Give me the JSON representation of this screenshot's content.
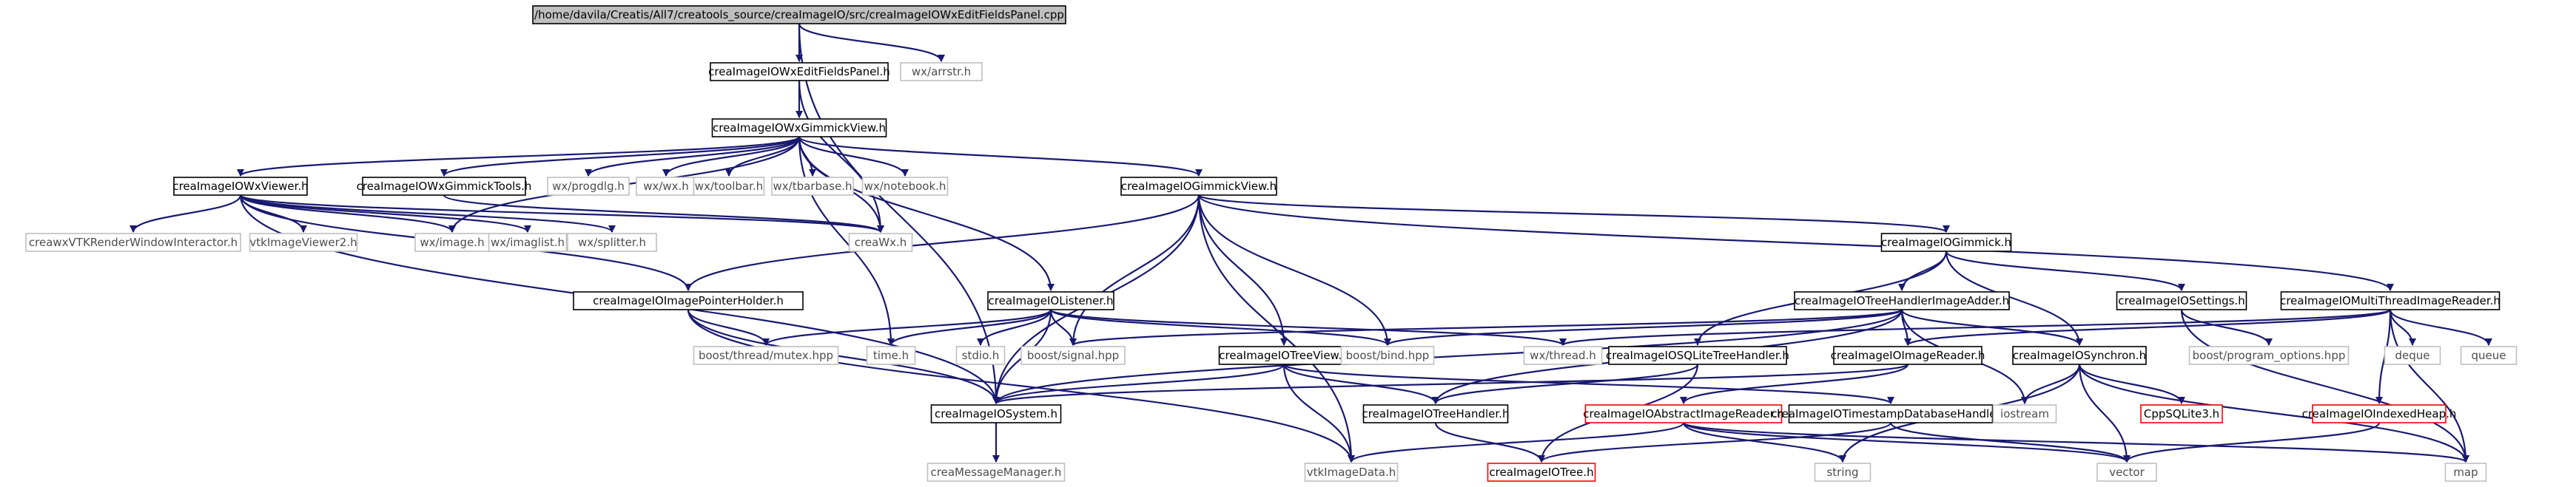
{
  "colors": {
    "edge": "#191970",
    "root_fill": "#bfbfbf",
    "documented_border": "#000000",
    "system_border": "#bfbfbf",
    "undocumented_border": "#ff0000"
  },
  "nodes": [
    {
      "id": "root",
      "label": "/home/davila/Creatis/All7/creatools_source/creaImageIO/src/creaImageIOWxEditFieldsPanel.cpp",
      "kind": "root"
    },
    {
      "id": "editpanel",
      "label": "creaImageIOWxEditFieldsPanel.h",
      "kind": "doc"
    },
    {
      "id": "arrstr",
      "label": "wx/arrstr.h",
      "kind": "sys"
    },
    {
      "id": "wxgv",
      "label": "creaImageIOWxGimmickView.h",
      "kind": "doc"
    },
    {
      "id": "wxviewer",
      "label": "creaImageIOWxViewer.h",
      "kind": "doc"
    },
    {
      "id": "wxgtools",
      "label": "creaImageIOWxGimmickTools.h",
      "kind": "doc"
    },
    {
      "id": "progdlg",
      "label": "wx/progdlg.h",
      "kind": "sys"
    },
    {
      "id": "wxh",
      "label": "wx/wx.h",
      "kind": "sys"
    },
    {
      "id": "toolbar",
      "label": "wx/toolbar.h",
      "kind": "sys"
    },
    {
      "id": "tbarbase",
      "label": "wx/tbarbase.h",
      "kind": "sys"
    },
    {
      "id": "notebook",
      "label": "wx/notebook.h",
      "kind": "sys"
    },
    {
      "id": "gview",
      "label": "creaImageIOGimmickView.h",
      "kind": "doc"
    },
    {
      "id": "vtkrwi",
      "label": "creawxVTKRenderWindowInteractor.h",
      "kind": "sys"
    },
    {
      "id": "vtkviewer2",
      "label": "vtkImageViewer2.h",
      "kind": "sys"
    },
    {
      "id": "wximage",
      "label": "wx/image.h",
      "kind": "sys"
    },
    {
      "id": "imaglist",
      "label": "wx/imaglist.h",
      "kind": "sys"
    },
    {
      "id": "splitter",
      "label": "wx/splitter.h",
      "kind": "sys"
    },
    {
      "id": "creawx",
      "label": "creaWx.h",
      "kind": "sys"
    },
    {
      "id": "gimmick",
      "label": "creaImageIOGimmick.h",
      "kind": "doc"
    },
    {
      "id": "ptrholder",
      "label": "creaImageIOImagePointerHolder.h",
      "kind": "doc"
    },
    {
      "id": "listener",
      "label": "creaImageIOListener.h",
      "kind": "doc"
    },
    {
      "id": "thadder",
      "label": "creaImageIOTreeHandlerImageAdder.h",
      "kind": "doc"
    },
    {
      "id": "settings",
      "label": "creaImageIOSettings.h",
      "kind": "doc"
    },
    {
      "id": "mtreader",
      "label": "creaImageIOMultiThreadImageReader.h",
      "kind": "doc"
    },
    {
      "id": "mutex",
      "label": "boost/thread/mutex.hpp",
      "kind": "sys"
    },
    {
      "id": "timeh",
      "label": "time.h",
      "kind": "sys"
    },
    {
      "id": "stdio",
      "label": "stdio.h",
      "kind": "sys"
    },
    {
      "id": "signal",
      "label": "boost/signal.hpp",
      "kind": "sys"
    },
    {
      "id": "treeview",
      "label": "creaImageIOTreeView.h",
      "kind": "doc"
    },
    {
      "id": "bind",
      "label": "boost/bind.hpp",
      "kind": "sys"
    },
    {
      "id": "wxthread",
      "label": "wx/thread.h",
      "kind": "sys"
    },
    {
      "id": "sqlite",
      "label": "creaImageIOSQLiteTreeHandler.h",
      "kind": "doc"
    },
    {
      "id": "imgreader",
      "label": "creaImageIOImageReader.h",
      "kind": "doc"
    },
    {
      "id": "synchron",
      "label": "creaImageIOSynchron.h",
      "kind": "doc"
    },
    {
      "id": "progopts",
      "label": "boost/program_options.hpp",
      "kind": "sys"
    },
    {
      "id": "deque",
      "label": "deque",
      "kind": "sys"
    },
    {
      "id": "queue",
      "label": "queue",
      "kind": "sys"
    },
    {
      "id": "system",
      "label": "creaImageIOSystem.h",
      "kind": "doc"
    },
    {
      "id": "treehandler",
      "label": "creaImageIOTreeHandler.h",
      "kind": "doc"
    },
    {
      "id": "absreader",
      "label": "creaImageIOAbstractImageReader.h",
      "kind": "undoc"
    },
    {
      "id": "tsdb",
      "label": "creaImageIOTimestampDatabaseHandler.h",
      "kind": "doc"
    },
    {
      "id": "iostream",
      "label": "iostream",
      "kind": "sys"
    },
    {
      "id": "cppsqlite",
      "label": "CppSQLite3.h",
      "kind": "undoc"
    },
    {
      "id": "idxheap",
      "label": "creaImageIOIndexedHeap.h",
      "kind": "undoc"
    },
    {
      "id": "msgmgr",
      "label": "creaMessageManager.h",
      "kind": "sys"
    },
    {
      "id": "vtkimagedata",
      "label": "vtkImageData.h",
      "kind": "sys"
    },
    {
      "id": "treeh",
      "label": "creaImageIOTree.h",
      "kind": "undoc"
    },
    {
      "id": "string",
      "label": "string",
      "kind": "sys"
    },
    {
      "id": "vector",
      "label": "vector",
      "kind": "sys"
    },
    {
      "id": "map",
      "label": "map",
      "kind": "sys"
    }
  ],
  "edges": [
    [
      "root",
      "editpanel"
    ],
    [
      "root",
      "arrstr"
    ],
    [
      "root",
      "system"
    ],
    [
      "editpanel",
      "wxgv"
    ],
    [
      "editpanel",
      "creawx"
    ],
    [
      "wxgv",
      "wxviewer"
    ],
    [
      "wxgv",
      "wxgtools"
    ],
    [
      "wxgv",
      "progdlg"
    ],
    [
      "wxgv",
      "wxh"
    ],
    [
      "wxgv",
      "toolbar"
    ],
    [
      "wxgv",
      "tbarbase"
    ],
    [
      "wxgv",
      "notebook"
    ],
    [
      "wxgv",
      "gview"
    ],
    [
      "wxgv",
      "creawx"
    ],
    [
      "wxgv",
      "listener"
    ],
    [
      "wxgv",
      "wximage"
    ],
    [
      "wxgv",
      "timeh"
    ],
    [
      "wxviewer",
      "vtkrwi"
    ],
    [
      "wxviewer",
      "vtkviewer2"
    ],
    [
      "wxviewer",
      "wximage"
    ],
    [
      "wxviewer",
      "imaglist"
    ],
    [
      "wxviewer",
      "splitter"
    ],
    [
      "wxviewer",
      "creawx"
    ],
    [
      "wxviewer",
      "ptrholder"
    ],
    [
      "wxviewer",
      "system"
    ],
    [
      "wxgtools",
      "creawx"
    ],
    [
      "gview",
      "ptrholder"
    ],
    [
      "gview",
      "gimmick"
    ],
    [
      "gview",
      "treeview"
    ],
    [
      "gview",
      "signal"
    ],
    [
      "gview",
      "bind"
    ],
    [
      "gview",
      "system"
    ],
    [
      "gview",
      "mtreader"
    ],
    [
      "gview",
      "vtkimagedata"
    ],
    [
      "gimmick",
      "thadder"
    ],
    [
      "gimmick",
      "sqlite"
    ],
    [
      "gimmick",
      "settings"
    ],
    [
      "gimmick",
      "synchron"
    ],
    [
      "ptrholder",
      "mutex"
    ],
    [
      "ptrholder",
      "system"
    ],
    [
      "ptrholder",
      "vtkimagedata"
    ],
    [
      "listener",
      "mutex"
    ],
    [
      "listener",
      "timeh"
    ],
    [
      "listener",
      "stdio"
    ],
    [
      "listener",
      "signal"
    ],
    [
      "listener",
      "bind"
    ],
    [
      "listener",
      "wxthread"
    ],
    [
      "listener",
      "system"
    ],
    [
      "thadder",
      "treehandler"
    ],
    [
      "thadder",
      "imgreader"
    ],
    [
      "thadder",
      "synchron"
    ],
    [
      "thadder",
      "signal"
    ],
    [
      "thadder",
      "bind"
    ],
    [
      "thadder",
      "iostream"
    ],
    [
      "thadder",
      "system"
    ],
    [
      "settings",
      "progopts"
    ],
    [
      "settings",
      "map"
    ],
    [
      "mtreader",
      "imgreader"
    ],
    [
      "mtreader",
      "wxthread"
    ],
    [
      "mtreader",
      "deque"
    ],
    [
      "mtreader",
      "queue"
    ],
    [
      "mtreader",
      "idxheap"
    ],
    [
      "mtreader",
      "map"
    ],
    [
      "treeview",
      "treehandler"
    ],
    [
      "treeview",
      "tsdb"
    ],
    [
      "treeview",
      "vtkimagedata"
    ],
    [
      "treeview",
      "system"
    ],
    [
      "sqlite",
      "treehandler"
    ],
    [
      "sqlite",
      "treeh"
    ],
    [
      "imgreader",
      "absreader"
    ],
    [
      "imgreader",
      "system"
    ],
    [
      "synchron",
      "iostream"
    ],
    [
      "synchron",
      "cppsqlite"
    ],
    [
      "synchron",
      "string"
    ],
    [
      "synchron",
      "vector"
    ],
    [
      "synchron",
      "map"
    ],
    [
      "system",
      "msgmgr"
    ],
    [
      "treehandler",
      "treeh"
    ],
    [
      "absreader",
      "vtkimagedata"
    ],
    [
      "absreader",
      "string"
    ],
    [
      "absreader",
      "vector"
    ],
    [
      "absreader",
      "map"
    ],
    [
      "tsdb",
      "treeh"
    ],
    [
      "tsdb",
      "vector"
    ],
    [
      "idxheap",
      "vector"
    ]
  ]
}
